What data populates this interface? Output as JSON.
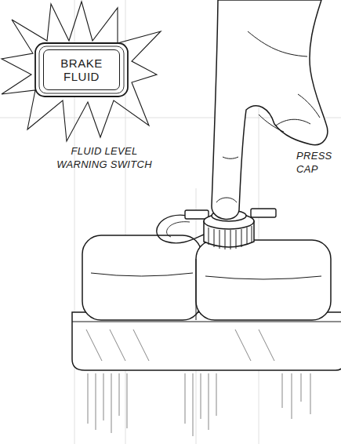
{
  "diagram": {
    "nodes": [
      {
        "text": [
          "BRAKE FLUID"
        ]
      }
    ],
    "labels": [
      "FLUID LEVEL WARNING SWITCH",
      "PRESS CAP"
    ]
  }
}
